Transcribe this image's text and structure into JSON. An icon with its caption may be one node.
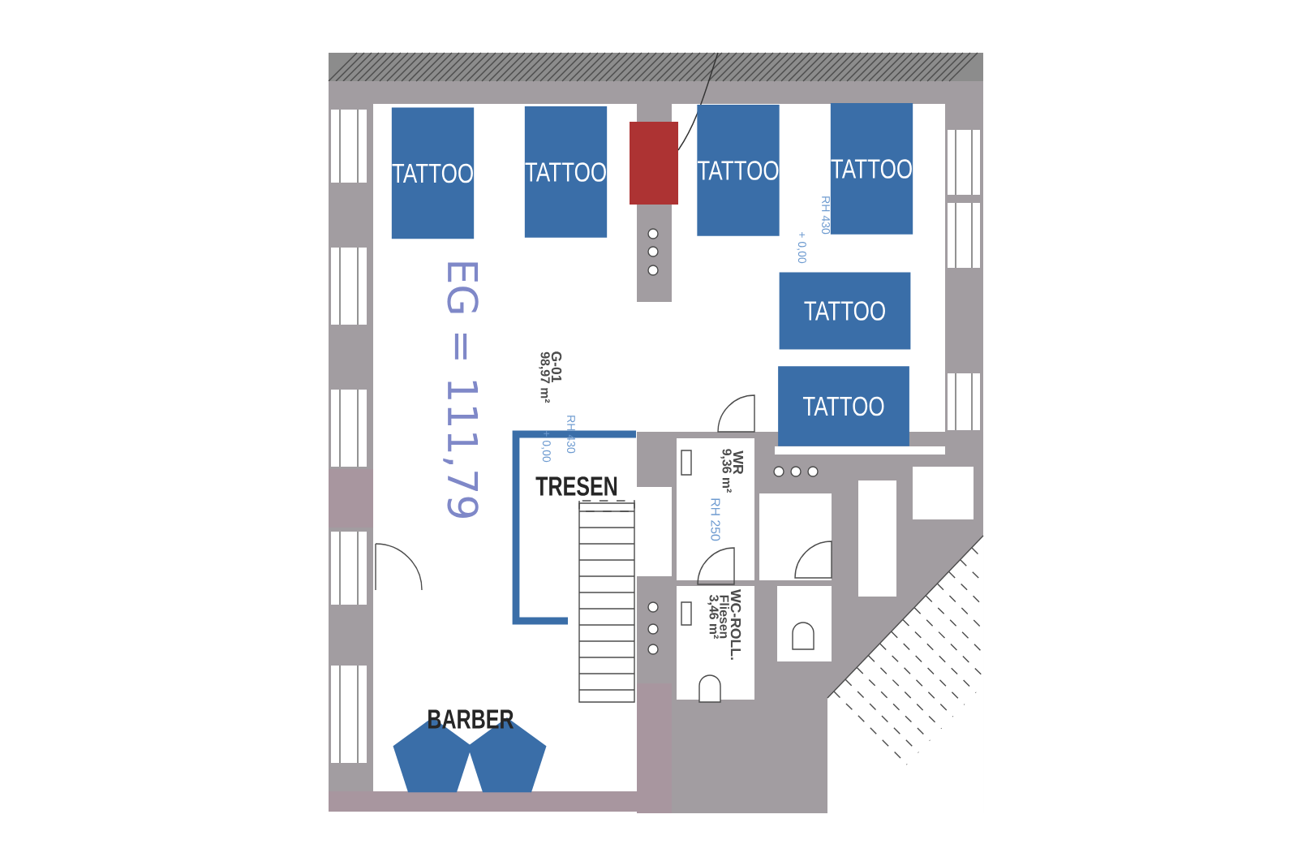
{
  "diagram": {
    "nodes": [
      {
        "text": [
          "TATTOO"
        ]
      },
      {
        "text": [
          "TATTOO"
        ]
      },
      {
        "text": [
          "TATTOO"
        ]
      },
      {
        "text": [
          "TATTOO"
        ]
      },
      {
        "text": [
          "TATTOO"
        ]
      },
      {
        "text": [
          "TATTOO"
        ]
      },
      {
        "text": [],
        "shape": "pentagon"
      },
      {
        "text": [],
        "shape": "pentagon"
      }
    ],
    "edges": [],
    "labels": [
      "TRESEN",
      "BARBER",
      "EG = 111,79",
      "G-01",
      "98,97 m²",
      "RH 430",
      "+ 0,00",
      "RH 430",
      "+ 0,00",
      "WR",
      "9,36 m²",
      "RH 250",
      "WC-ROLL.",
      "Fliesen",
      "3,46 m²"
    ]
  }
}
